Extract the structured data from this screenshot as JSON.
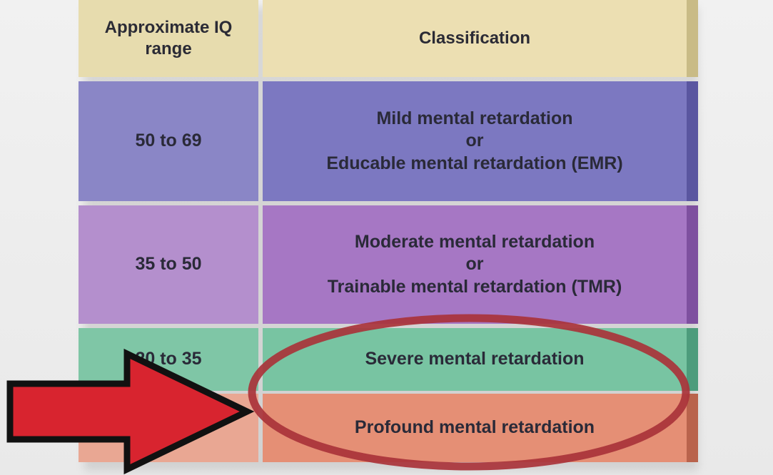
{
  "table": {
    "header_iq": "Approximate IQ range",
    "header_classification": "Classification",
    "rows": [
      {
        "iq": "50 to 69",
        "classification_line1": "Mild mental retardation",
        "classification_line2": "or",
        "classification_line3": "Educable mental retardation (EMR)"
      },
      {
        "iq": "35 to 50",
        "classification_line1": "Moderate mental retardation",
        "classification_line2": "or",
        "classification_line3": "Trainable mental retardation (TMR)"
      },
      {
        "iq": "20 to 35",
        "classification_line1": "Severe mental retardation"
      },
      {
        "iq": "",
        "classification_line1": "Profound mental retardation"
      }
    ]
  },
  "colors": {
    "header": "#e7dcae",
    "mild": "#7c78c1",
    "moderate": "#a677c4",
    "severe": "#78c4a2",
    "profound": "#e58f75",
    "arrow": "#d8242f",
    "circle": "#b0353a"
  },
  "annotations": {
    "arrow_icon": "right-arrow-icon",
    "highlight_icon": "ellipse-highlight-icon"
  }
}
